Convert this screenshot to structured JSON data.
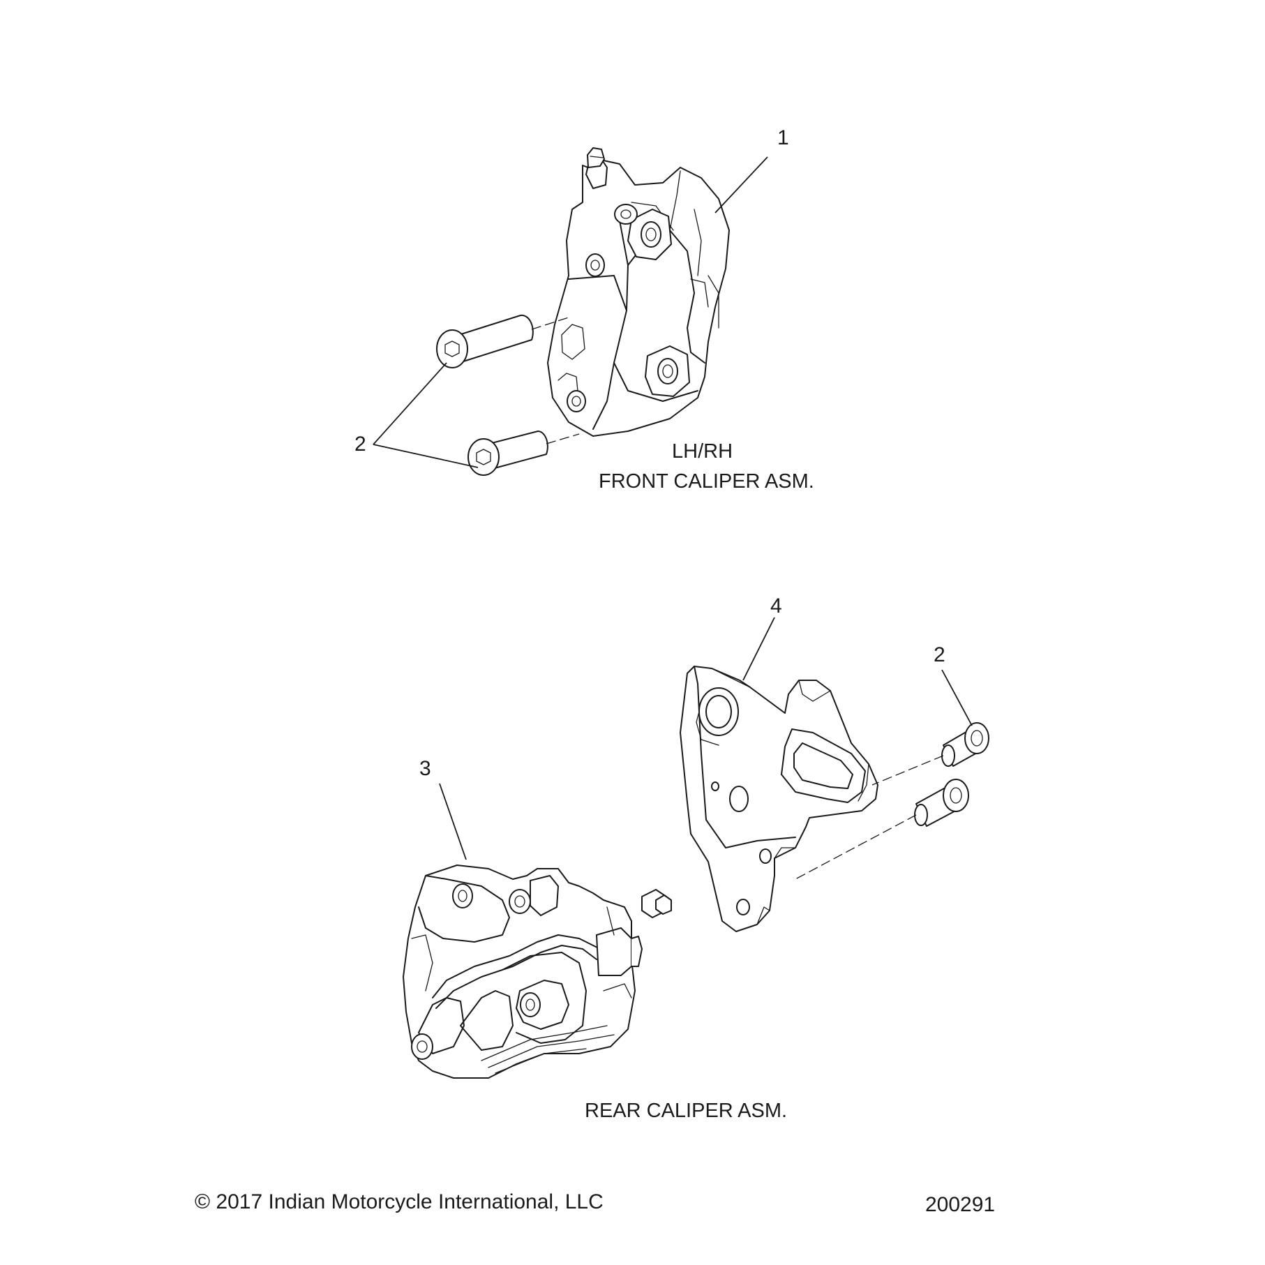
{
  "callouts": {
    "front_caliper": "1",
    "front_bolts": "2",
    "rear_caliper": "3",
    "bracket": "4",
    "rear_bolts": "2"
  },
  "captions": {
    "front_line1": "LH/RH",
    "front_line2": "FRONT CALIPER ASM.",
    "rear": "REAR CALIPER ASM."
  },
  "footer": {
    "copyright": "© 2017 Indian Motorcycle International, LLC",
    "diagram_number": "200291"
  }
}
